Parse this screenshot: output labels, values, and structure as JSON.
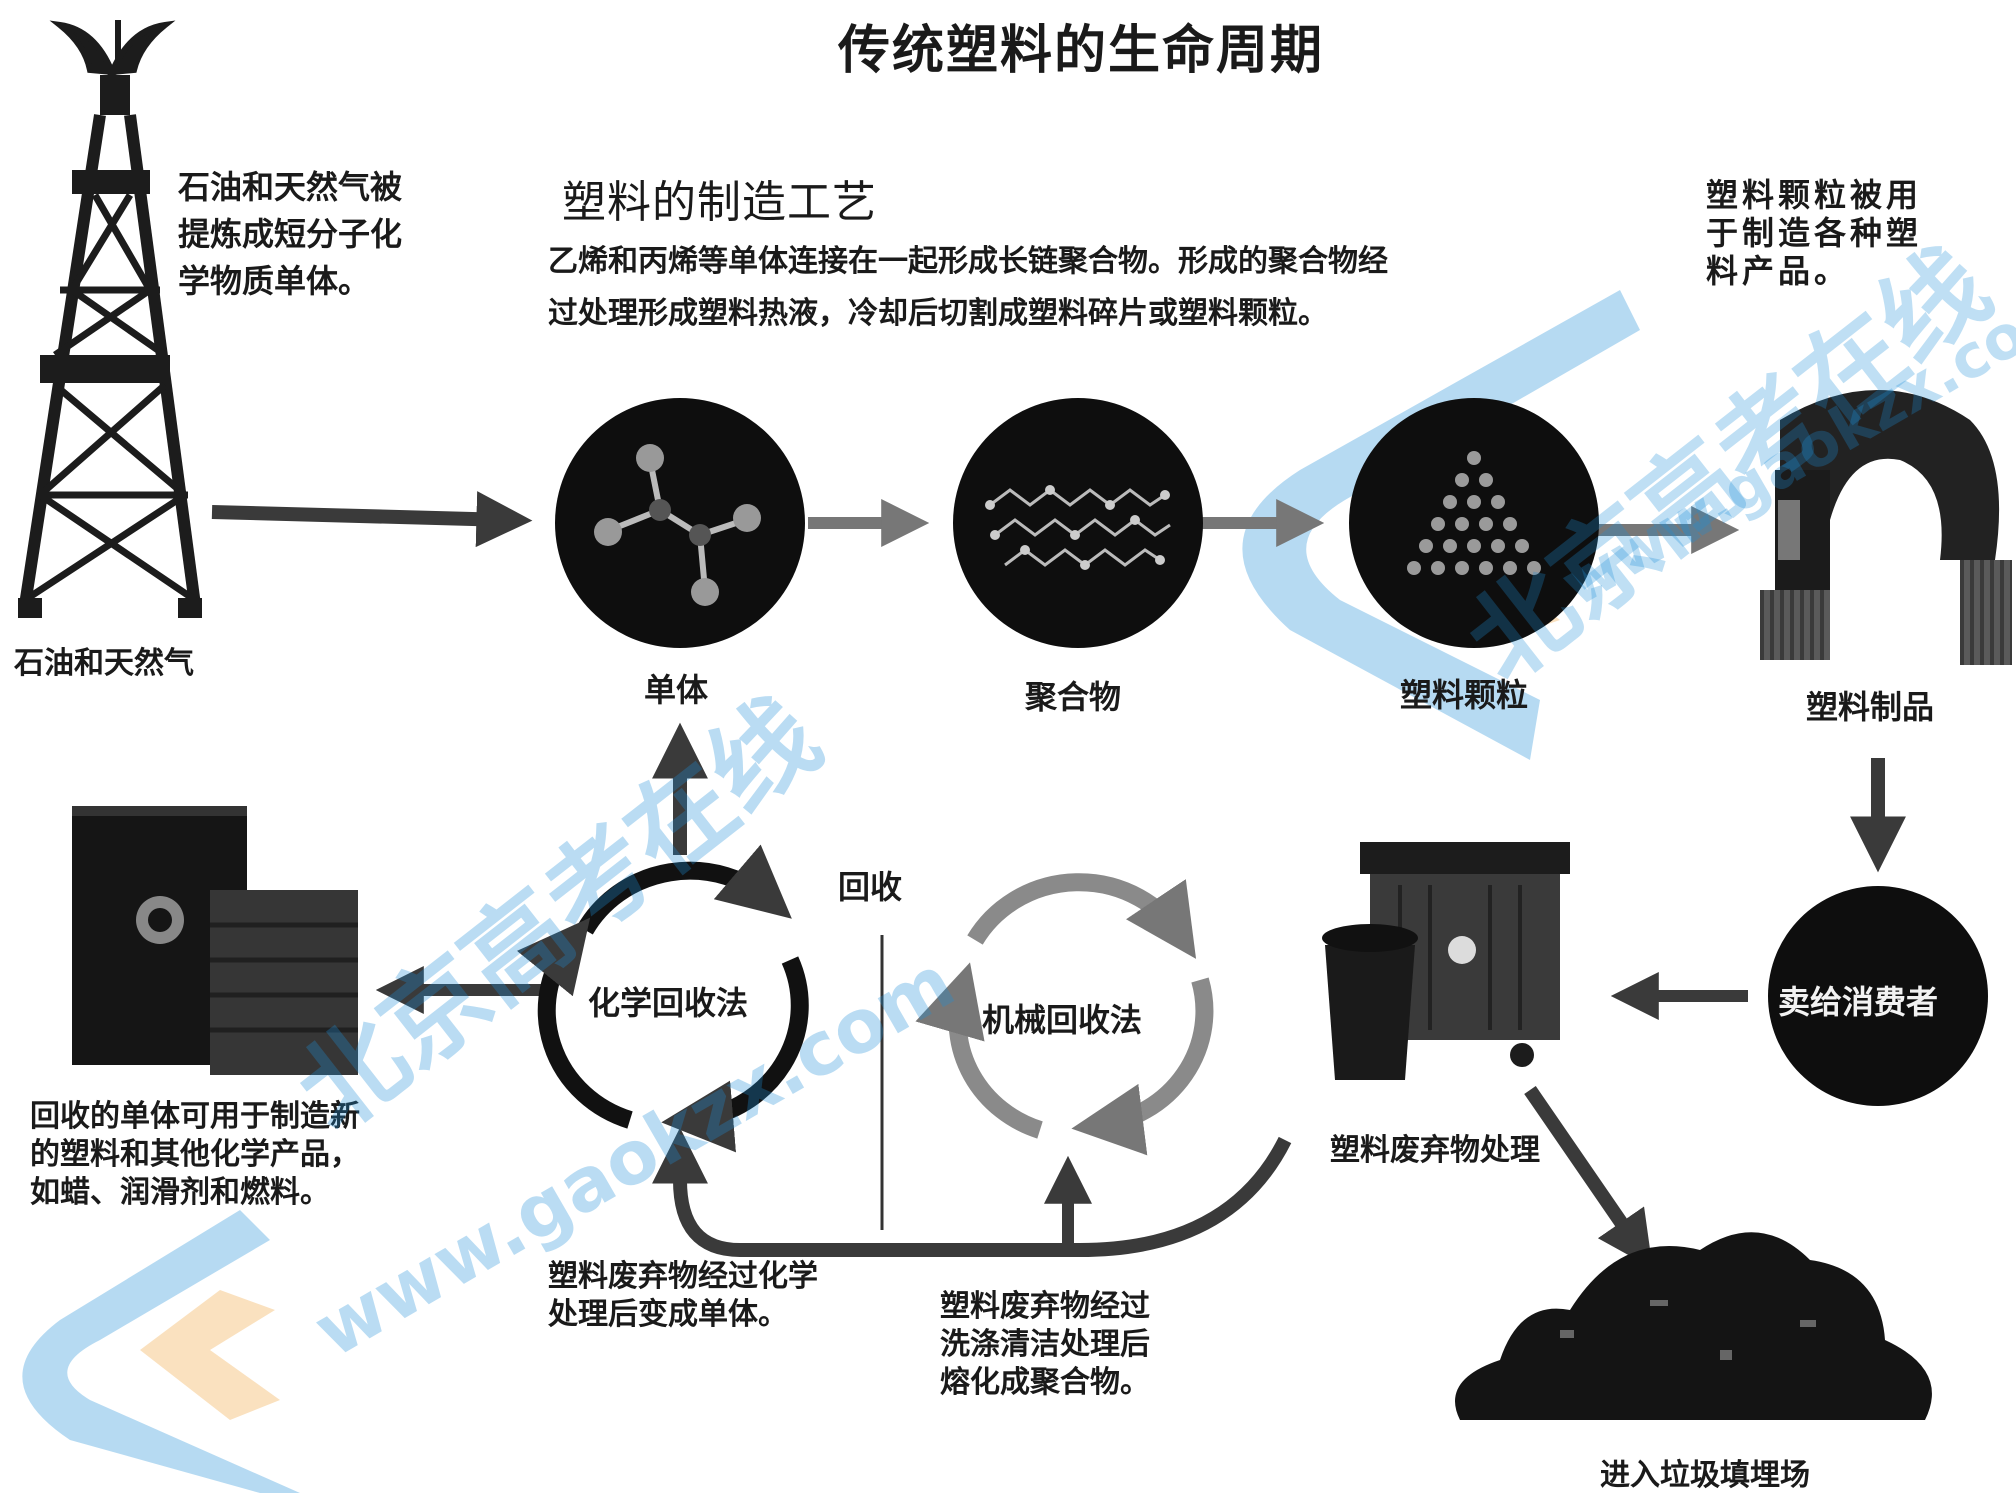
{
  "title": "传统塑料的生命周期",
  "process": {
    "heading": "塑料的制造工艺",
    "description": [
      "乙烯和丙烯等单体连接在一起形成长链聚合物。形成的聚合物经",
      "过处理形成塑料热液，冷却后切割成塑料碎片或塑料颗粒。"
    ]
  },
  "oil": {
    "note": [
      "石油和天然气被",
      "提炼成短分子化",
      "学物质单体。"
    ],
    "label": "石油和天然气"
  },
  "nodes": {
    "monomer": "单体",
    "polymer": "聚合物",
    "pellets": "塑料颗粒",
    "products": "塑料制品",
    "consumer": "卖给消费者"
  },
  "pellets_note": [
    "塑料颗粒被用",
    "于制造各种塑",
    "料产品。"
  ],
  "recycling": {
    "label": "回收",
    "chemical": "化学回收法",
    "mechanical": "机械回收法",
    "chemical_note": [
      "塑料废弃物经过化学",
      "处理后变成单体。"
    ],
    "mechanical_note": [
      "塑料废弃物经过",
      "洗涤清洁处理后",
      "熔化成聚合物。"
    ]
  },
  "barrels_note": [
    "回收的单体可用于制造新",
    "的塑料和其他化学产品，",
    "如蜡、润滑剂和燃料。"
  ],
  "waste": {
    "label": "塑料废弃物处理",
    "landfill": "进入垃圾填埋场"
  },
  "watermark": {
    "brand": "北京高考在线",
    "url": "www.gaokzx.com",
    "colors": {
      "blue": "#1e8fd8",
      "orange": "#f2a33a"
    }
  }
}
